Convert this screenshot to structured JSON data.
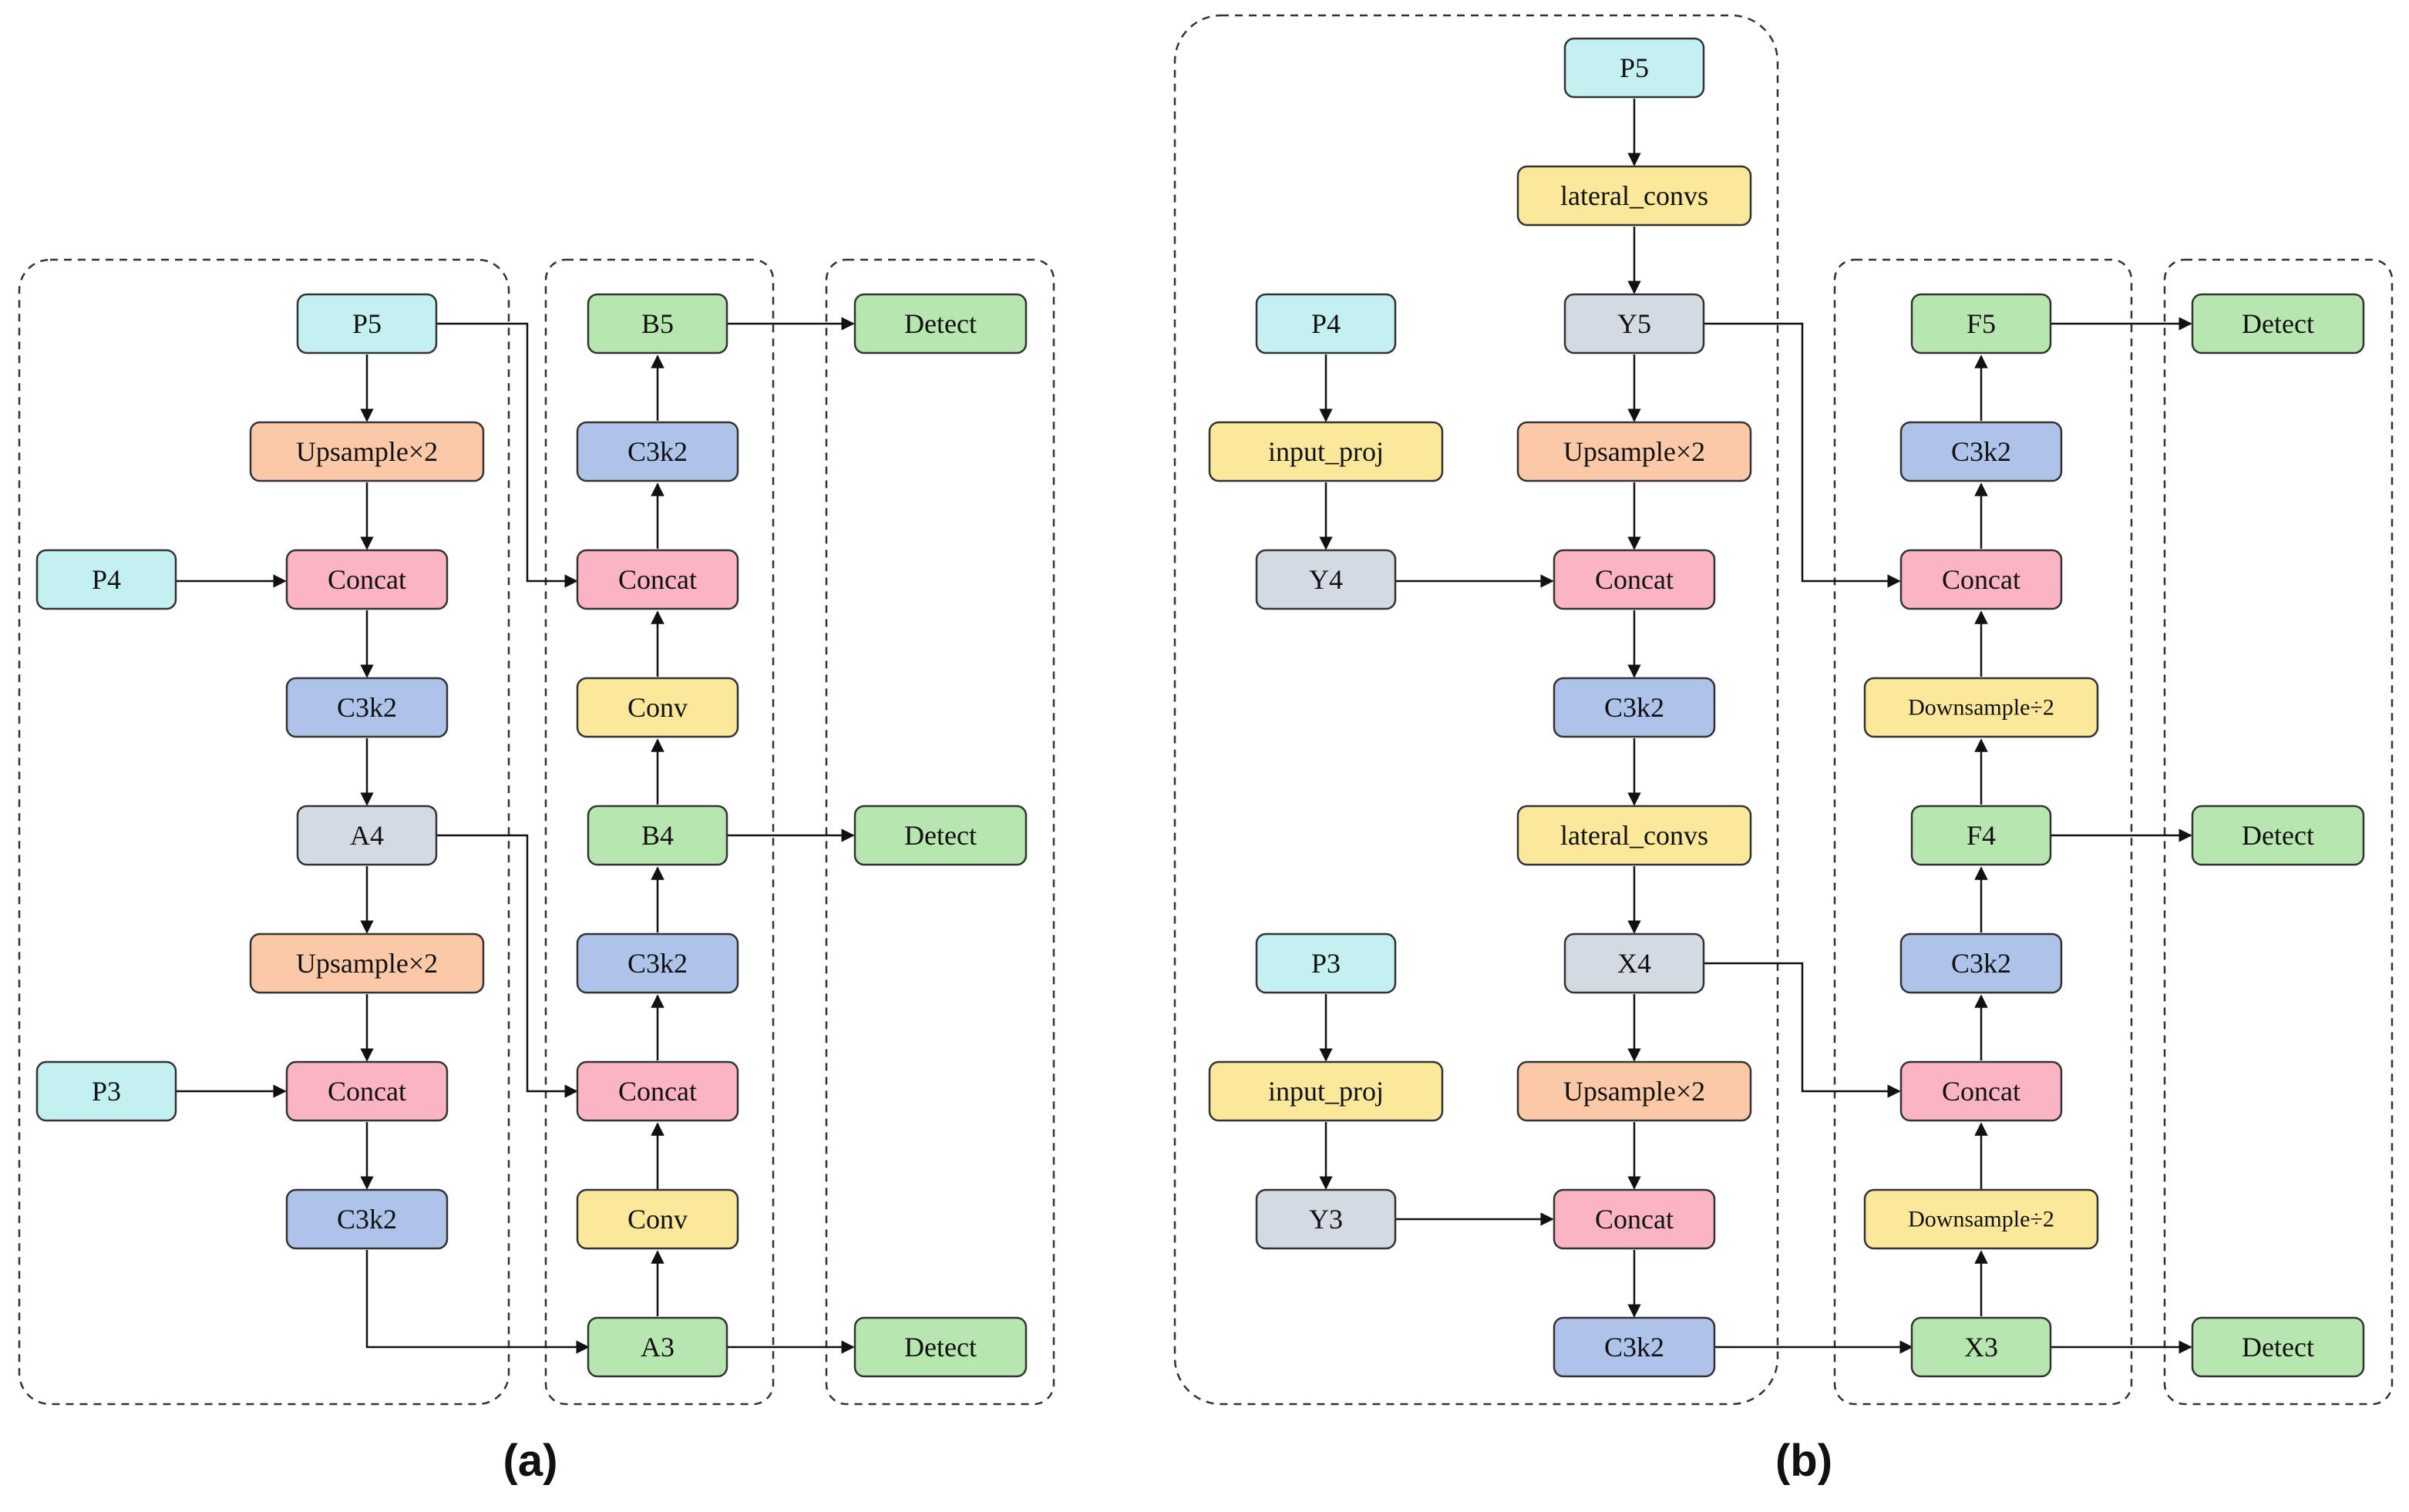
{
  "panel_a": {
    "caption": "(a)",
    "nodes": {
      "p5": "P5",
      "up1": "Upsample×2",
      "p4": "P4",
      "concat1": "Concat",
      "c3k2_1": "C3k2",
      "a4": "A4",
      "up2": "Upsample×2",
      "p3": "P3",
      "concat2": "Concat",
      "c3k2_2": "C3k2",
      "b5": "B5",
      "c3k2_b5": "C3k2",
      "concat_b5": "Concat",
      "conv1": "Conv",
      "b4": "B4",
      "c3k2_b4": "C3k2",
      "concat_b4": "Concat",
      "conv2": "Conv",
      "a3": "A3",
      "detect1": "Detect",
      "detect2": "Detect",
      "detect3": "Detect"
    }
  },
  "panel_b": {
    "caption": "(b)",
    "nodes": {
      "p5": "P5",
      "lat1": "lateral_convs",
      "y5": "Y5",
      "p4": "P4",
      "iproj1": "input_proj",
      "up1": "Upsample×2",
      "y4": "Y4",
      "concat1": "Concat",
      "c3k2_1": "C3k2",
      "lat2": "lateral_convs",
      "x4": "X4",
      "p3": "P3",
      "iproj2": "input_proj",
      "up2": "Upsample×2",
      "y3": "Y3",
      "concat2": "Concat",
      "c3k2_2": "C3k2",
      "f5": "F5",
      "c3k2_f5": "C3k2",
      "concat_f5": "Concat",
      "down1": "Downsample÷2",
      "f4": "F4",
      "c3k2_f4": "C3k2",
      "concat_f4": "Concat",
      "down2": "Downsample÷2",
      "x3": "X3",
      "detect1": "Detect",
      "detect2": "Detect",
      "detect3": "Detect"
    }
  },
  "colors": {
    "input": "#c3f0f0",
    "upsample": "#fcc9a8",
    "concat": "#fab4c2",
    "c3k2": "#aec3ea",
    "feature": "#d4dae3",
    "conv": "#fbe89a",
    "output": "#b8e6b0"
  }
}
